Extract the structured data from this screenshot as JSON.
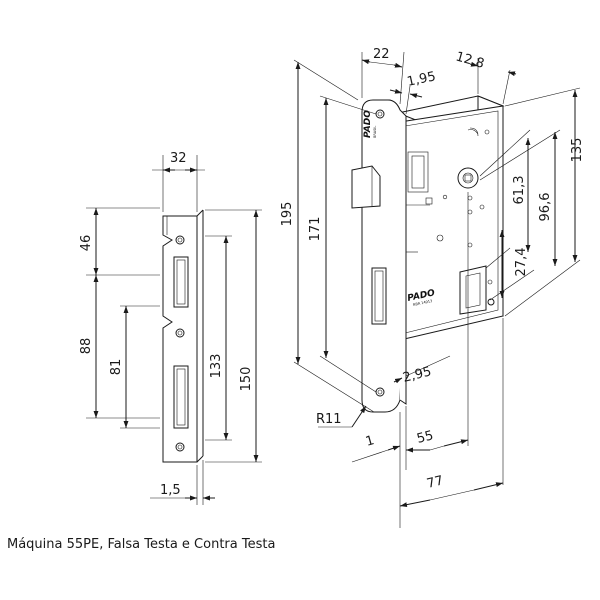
{
  "caption": "Máquina 55PE, Falsa Testa e Contra Testa",
  "strike_plate": {
    "width": "32",
    "top_offset": "46",
    "hole_spacing": "88",
    "opening_height": "81",
    "inner_length": "133",
    "total_length": "150",
    "thickness": "1,5"
  },
  "lock_body": {
    "faceplate_width": "22",
    "case_depth_top": "12,8",
    "faceplate_offset": "1,95",
    "faceplate_length": "195",
    "hole_spacing": "171",
    "case_height": "135",
    "keyhole_to_bottom": "96,6",
    "spindle_to_bottom": "61,3",
    "spindle_to_cylinder": "27,4",
    "faceplate_thickness": "2,95",
    "corner_radius": "R11",
    "faceplate_gap": "1",
    "backset": "55",
    "total_depth": "77",
    "brand_logo": "PADO",
    "brand_sub_1": "BRASIL",
    "brand_sub_2": "NBR 14913"
  }
}
